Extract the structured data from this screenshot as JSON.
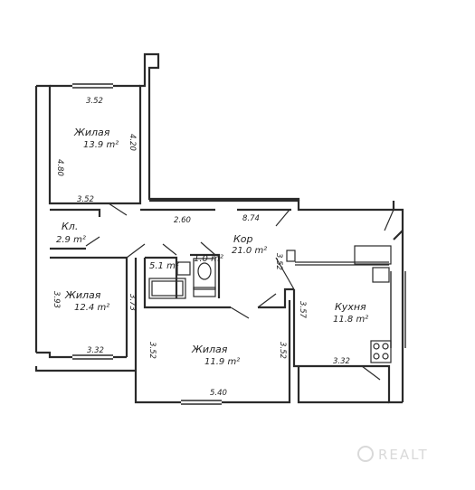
{
  "rooms": {
    "living_top": {
      "name": "Жилая",
      "area": "13.9 m²"
    },
    "storage": {
      "name": "Кл.",
      "area": "2.9 m²"
    },
    "living_left": {
      "name": "Жилая",
      "area": "12.4 m²"
    },
    "living_center": {
      "name": "Жилая",
      "area": "11.9 m²"
    },
    "corridor": {
      "name": "Кор",
      "area": "21.0 m²"
    },
    "bath": {
      "area": "5.1 m²"
    },
    "wc": {
      "area": "1.0 m²"
    },
    "kitchen": {
      "name": "Кухня",
      "area": "11.8 m²"
    }
  },
  "dimensions": {
    "top_room_width": "3.52",
    "top_room_bottom": "3.52",
    "top_room_left": "4.80",
    "top_room_right": "4.20",
    "corridor_a": "2.60",
    "corridor_b": "8.74",
    "left_room_left": "3.93",
    "left_room_right": "3.73",
    "left_room_bottom": "3.32",
    "center_room_left": "3.52",
    "center_room_right": "3.52",
    "center_room_bottom": "5.40",
    "corridor_right": "3.52",
    "kitchen_left": "3.57",
    "kitchen_bottom": "3.32"
  },
  "watermark": "REALT"
}
